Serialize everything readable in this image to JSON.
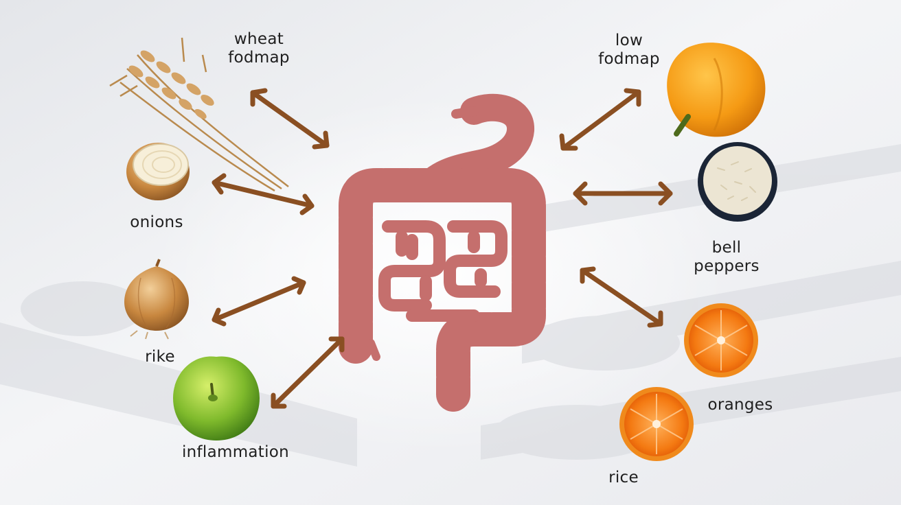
{
  "labels": {
    "wheat_line1": "wheat",
    "wheat_line2": "fodmap",
    "low_line1": "low",
    "low_line2": "fodmap",
    "onions": "onions",
    "rike": "rike",
    "inflammation": "inflammation",
    "bell_line1": "bell",
    "bell_line2": "peppers",
    "oranges": "oranges",
    "rice": "rice"
  },
  "colors": {
    "background": "#eceef1",
    "digestive_tract": "#c56f6d",
    "arrow": "#8a4f22",
    "text": "#1f1f1f"
  },
  "icons": [
    "wheat-icon",
    "onion-half-icon",
    "onion-icon",
    "green-apple-icon",
    "bell-pepper-icon",
    "rice-bowl-icon",
    "orange-half-icon",
    "digestive-tract-icon",
    "double-arrow-icon"
  ]
}
